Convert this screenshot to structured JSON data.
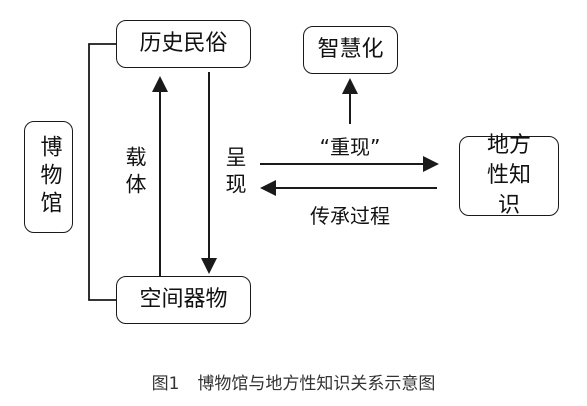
{
  "nodes": {
    "museum": "博物馆",
    "history_folk": "历史民俗",
    "spatial_artifacts": "空间器物",
    "wisdom": "智慧化",
    "local_knowledge": "地方性知识"
  },
  "edges": {
    "carrier": "载体",
    "presentation": "呈现",
    "reproduction": "“重现”",
    "inheritance_process": "传承过程"
  },
  "caption": {
    "figure_number": "图1",
    "title": "博物馆与地方性知识关系示意图"
  }
}
